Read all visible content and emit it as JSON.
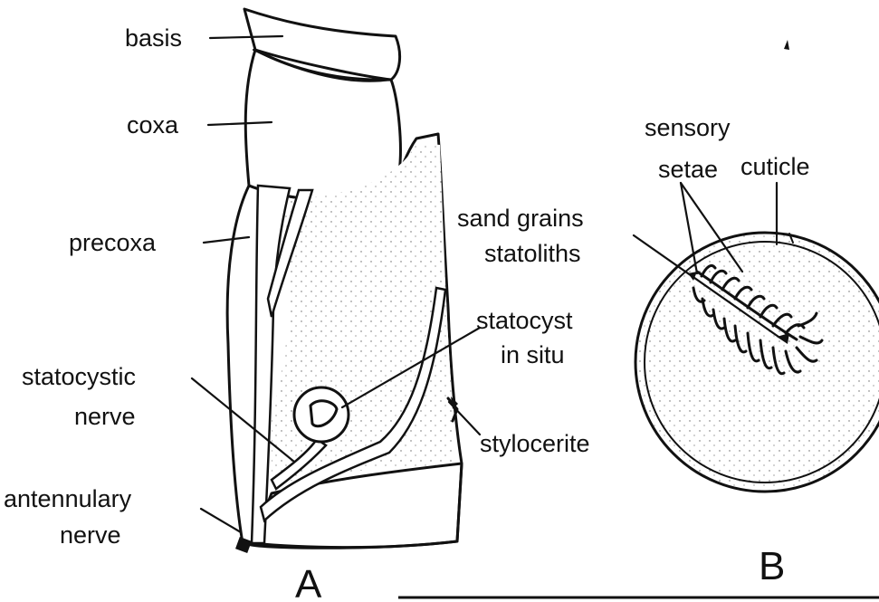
{
  "labels": {
    "basis": "basis",
    "coxa": "coxa",
    "precoxa": "precoxa",
    "statocystic_1": "statocystic",
    "statocystic_2": "nerve",
    "antennulary_1": "antennulary",
    "antennulary_2": "nerve",
    "statocyst_1": "statocyst",
    "statocyst_2": "in situ",
    "stylocerite": "stylocerite",
    "sensory_1": "sensory",
    "sensory_2": "setae",
    "cuticle": "cuticle",
    "sand_1": "sand grains",
    "sand_2": "statoliths"
  },
  "panels": {
    "a": "A",
    "b": "B"
  },
  "colors": {
    "ink": "#111111",
    "paper": "#ffffff"
  }
}
